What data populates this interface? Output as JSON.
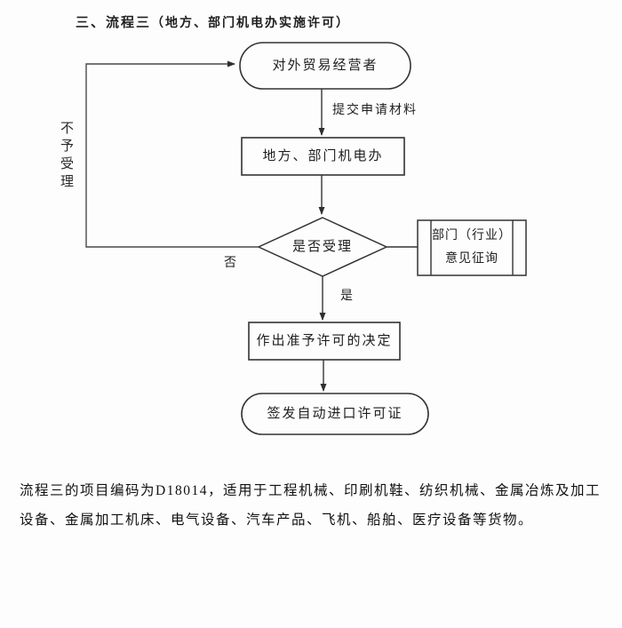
{
  "title": {
    "main": "三、流程三",
    "paren": "（地方、部门机电办实施许可）"
  },
  "flowchart": {
    "nodes": {
      "start": {
        "type": "terminator",
        "label": "对外贸易经营者"
      },
      "office": {
        "type": "process",
        "label": "地方、部门机电办"
      },
      "decision": {
        "type": "decision",
        "label": "是否受理"
      },
      "consult": {
        "type": "predefined-process",
        "label_line1": "部门（行业）",
        "label_line2": "意见征询"
      },
      "grant": {
        "type": "process",
        "label": "作出准予许可的决定"
      },
      "end": {
        "type": "terminator",
        "label": "签发自动进口许可证"
      }
    },
    "edges": {
      "submit_label": "提交申请材料",
      "yes_label": "是",
      "no_label": "否",
      "reject_label": "不予受理"
    }
  },
  "footnote": {
    "text": "流程三的项目编码为D18014，适用于工程机械、印刷机鞋、纺织机械、金属冶炼及加工设备、金属加工机床、电气设备、汽车产品、飞机、船舶、医疗设备等货物。"
  },
  "colors": {
    "stroke": "#3c3c3c",
    "text": "#1f1f1f",
    "background": "#fdfdfd"
  }
}
